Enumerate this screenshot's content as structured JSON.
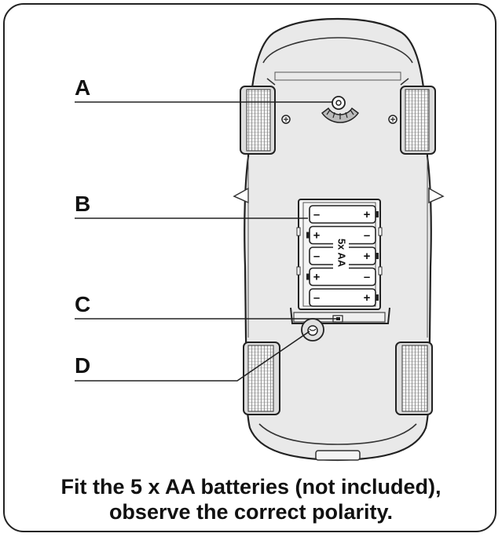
{
  "callouts": {
    "a": "A",
    "b": "B",
    "c": "C",
    "d": "D"
  },
  "battery_compartment": {
    "label": "5x AA",
    "plus": "+",
    "minus": "–"
  },
  "caption": {
    "line1": "Fit the 5 x AA batteries (not included),",
    "line2": "observe the correct polarity."
  },
  "colors": {
    "line": "#222222",
    "body_fill": "#e6e6e6",
    "tire_fill": "#d9d9d9"
  }
}
